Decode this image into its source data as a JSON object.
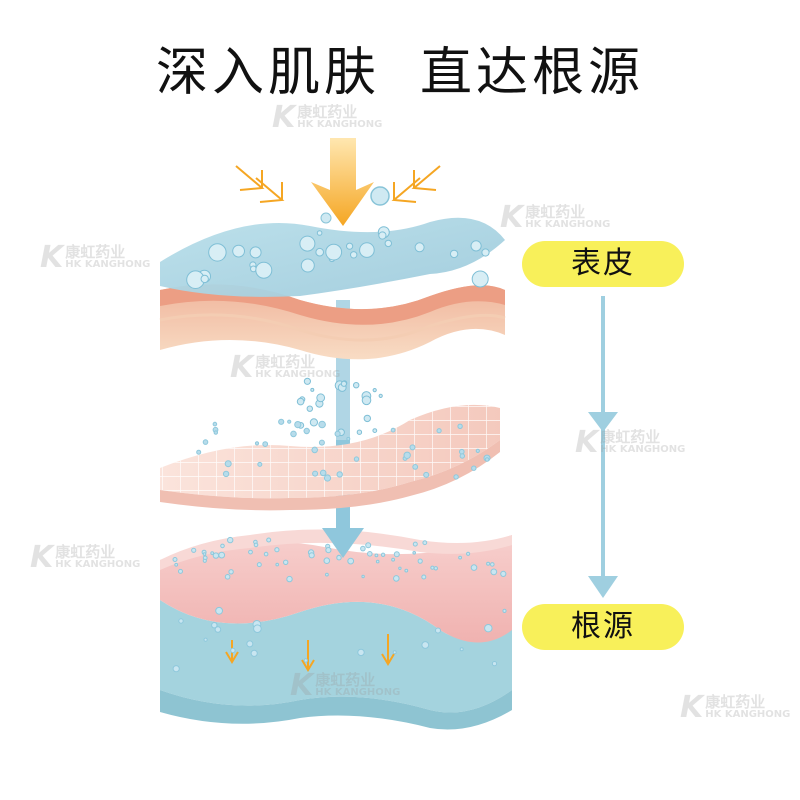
{
  "title": {
    "part1": "深入肌肤",
    "part2": "直达根源"
  },
  "labels": {
    "top": "表皮",
    "bottom": "根源"
  },
  "watermark": {
    "mark": "K",
    "cn": "康虹药业",
    "en": "HK KANGHONG"
  },
  "colors": {
    "pill": "#f8f05a",
    "arrow_blue": "#9fcfe0",
    "arrow_orange": "#f5a623",
    "water_layer": "#a9d6e5",
    "skin_layer": "#f3c1a8",
    "grid_layer": "#f7d7cc",
    "deep_layer": "#f4c3c0",
    "base_layer": "#9fd1dd"
  },
  "icons": [
    "big-down-arrow-icon",
    "chevron-arrow-left-icon",
    "chevron-arrow-right-icon",
    "bubble-icon"
  ]
}
